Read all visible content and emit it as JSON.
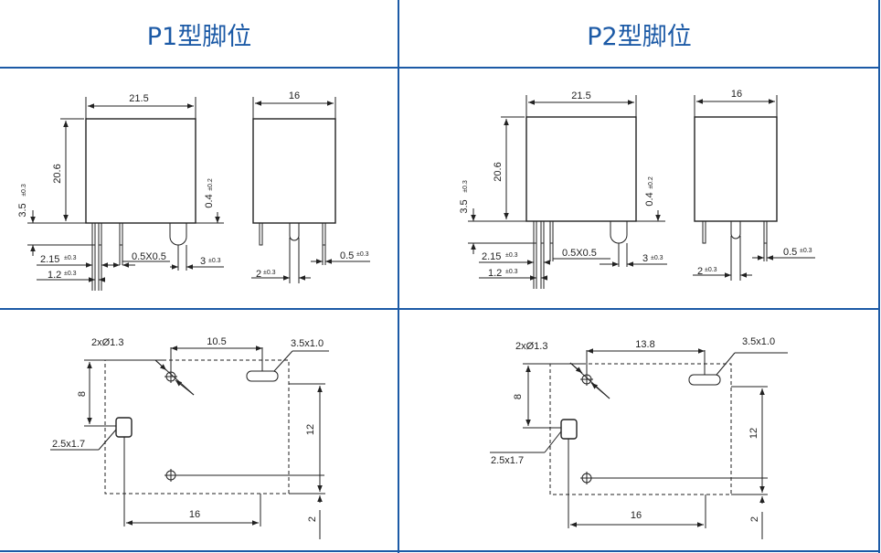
{
  "headers": {
    "p1": "P1型脚位",
    "p2": "P2型脚位"
  },
  "colors": {
    "grid": "#1c5aa6",
    "header_text": "#1c5aa6",
    "line": "#222222"
  },
  "p1": {
    "side": {
      "width": "21.5",
      "height": "20.6",
      "pin_len": "3.5",
      "pin_len_tol": "±0.3",
      "pin_w": "0.4",
      "pin_w_tol": "±0.2",
      "d1": "2.15",
      "d1_tol": "±0.3",
      "d2": "1.2",
      "d2_tol": "±0.3",
      "pin_size": "0.5X0.5",
      "d3": "3",
      "d3_tol": "±0.3"
    },
    "end": {
      "width": "16",
      "d4": "2",
      "d4_tol": "±0.3",
      "d5": "0.5",
      "d5_tol": "±0.3"
    },
    "footprint": {
      "holes": "2xØ1.3",
      "spacing": "10.5",
      "slot": "3.5x1.0",
      "v1": "8",
      "v2": "12",
      "v3": "2",
      "pad": "2.5x1.7",
      "w": "16"
    }
  },
  "p2": {
    "side": {
      "width": "21.5",
      "height": "20.6",
      "pin_len": "3.5",
      "pin_len_tol": "±0.3",
      "pin_w": "0.4",
      "pin_w_tol": "±0.2",
      "d1": "2.15",
      "d1_tol": "±0.3",
      "d2": "1.2",
      "d2_tol": "±0.3",
      "pin_size": "0.5X0.5",
      "d3": "3",
      "d3_tol": "±0.3"
    },
    "end": {
      "width": "16",
      "d4": "2",
      "d4_tol": "±0.3",
      "d5": "0.5",
      "d5_tol": "±0.3"
    },
    "footprint": {
      "holes": "2xØ1.3",
      "spacing": "13.8",
      "slot": "3.5x1.0",
      "v1": "8",
      "v2": "12",
      "v3": "2",
      "pad": "2.5x1.7",
      "w": "16"
    }
  }
}
